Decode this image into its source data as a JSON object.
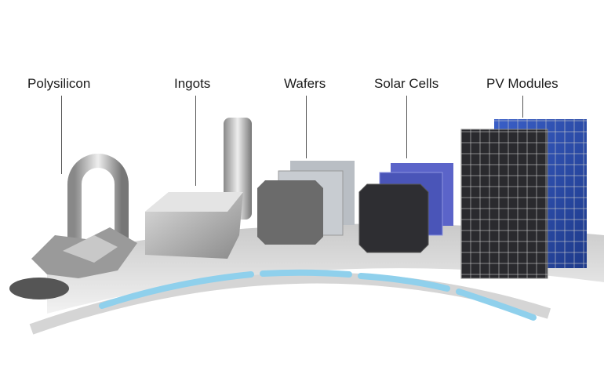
{
  "stages": [
    {
      "label": "Polysilicon"
    },
    {
      "label": "Ingots"
    },
    {
      "label": "Wafers"
    },
    {
      "label": "Solar Cells"
    },
    {
      "label": "PV Modules"
    }
  ],
  "colors": {
    "accent_blue": "#7ec8e8",
    "platform": "#d8d8d8",
    "module_blue": "#2f4fb0",
    "module_dark": "#2a2a2e"
  }
}
